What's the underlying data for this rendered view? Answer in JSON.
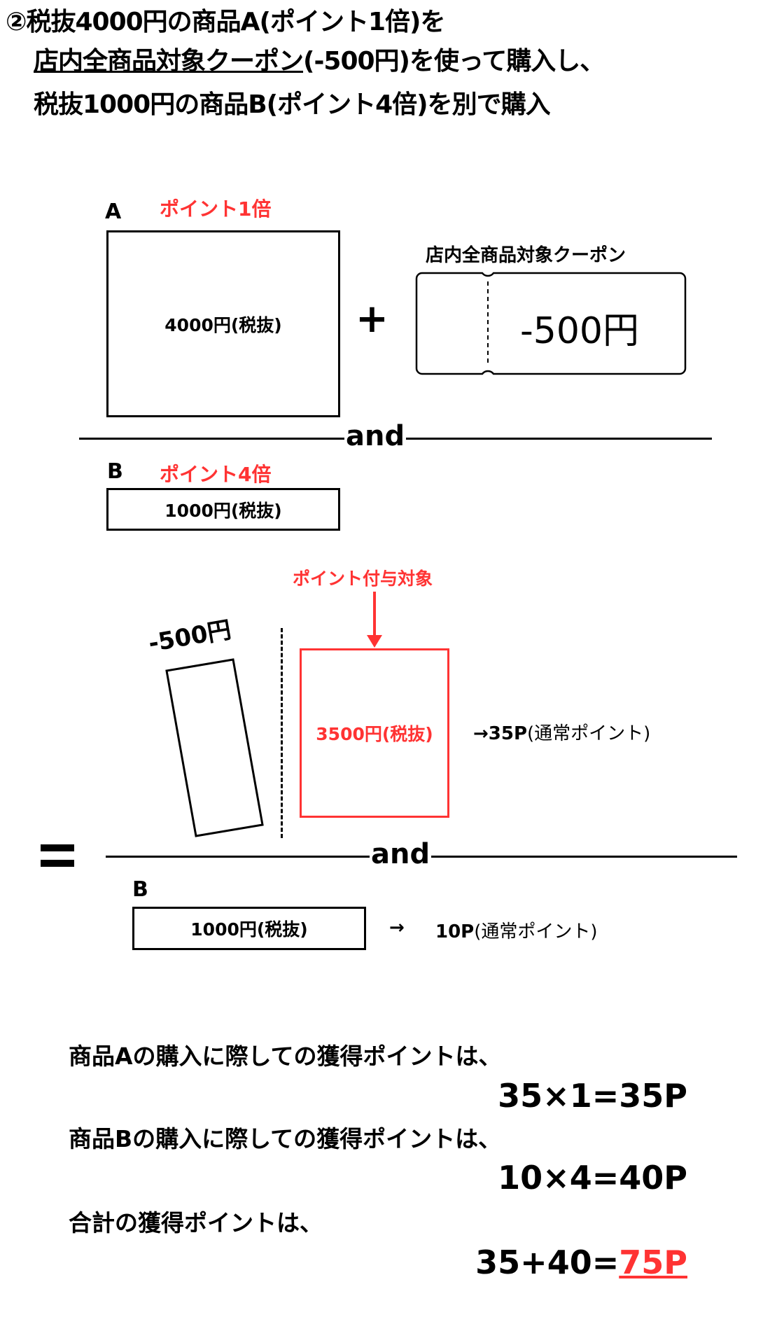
{
  "header": {
    "line1": "②税抜4000円の商品A(ポイント1倍)を",
    "line2_underlined": "店内全商品対象クーポン",
    "line2_rest": "(-500円)を使って購入し、",
    "line3": "税抜1000円の商品B(ポイント4倍)を別で購入"
  },
  "top_section": {
    "product_a": {
      "letter": "A",
      "multiplier_label": "ポイント1倍",
      "price": "4000円(税抜)"
    },
    "plus": "+",
    "coupon": {
      "label": "店内全商品対象クーポン",
      "value": "-500円"
    },
    "separator": "and",
    "product_b": {
      "letter": "B",
      "multiplier_label": "ポイント4倍",
      "price": "1000円(税抜)"
    }
  },
  "result_section": {
    "equals": "=",
    "discount_label": "-500円",
    "target_label": "ポイント付与対象",
    "net_price": "3500円(税抜)",
    "net_points_bold": "→35P",
    "net_points_note": "(通常ポイント)",
    "separator": "and",
    "product_b": {
      "letter": "B",
      "price": "1000円(税抜)",
      "arrow": "→",
      "points_bold": "10P",
      "points_note": "(通常ポイント)"
    }
  },
  "summary": {
    "a_text": "商品Aの購入に際しての獲得ポイントは、",
    "a_calc": "35×1=35P",
    "b_text": "商品Bの購入に際しての獲得ポイントは、",
    "b_calc": "10×4=40P",
    "total_text": "合計の獲得ポイントは、",
    "total_calc_prefix": "35+40=",
    "total_result": "75P"
  },
  "colors": {
    "accent": "#ff3333",
    "text": "#000000"
  }
}
